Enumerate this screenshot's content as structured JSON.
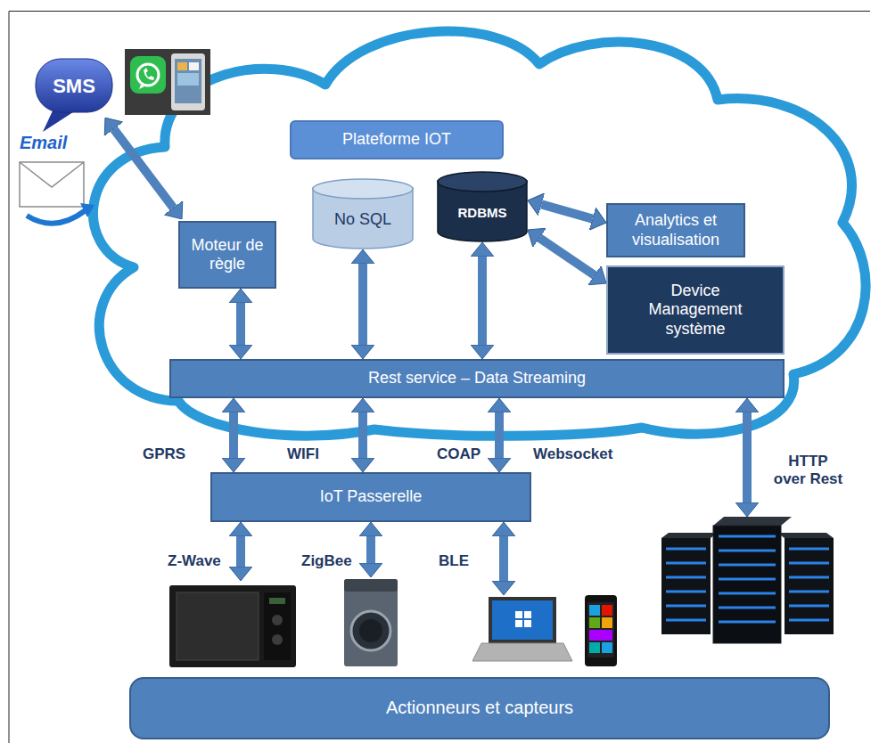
{
  "diagram": {
    "nodes": [
      {
        "text": [
          "Plateforme IOT"
        ]
      },
      {
        "text": [
          "Moteur de règle"
        ]
      },
      {
        "text": [
          "No SQL"
        ]
      },
      {
        "text": [
          "RDBMS"
        ]
      },
      {
        "text": [
          "Analytics et visualisation"
        ]
      },
      {
        "text": [
          "Device Management système"
        ]
      },
      {
        "text": [
          "Rest service – Data Streaming"
        ]
      },
      {
        "text": [
          "IoT Passerelle"
        ]
      },
      {
        "text": [
          "Actionneurs et capteurs"
        ]
      }
    ],
    "edges": [
      {
        "from": 1,
        "to": 6,
        "arrow": "both"
      },
      {
        "from": 2,
        "to": 6,
        "arrow": "both"
      },
      {
        "from": 3,
        "to": 6,
        "arrow": "both"
      },
      {
        "from": 3,
        "to": 4,
        "arrow": "both"
      },
      {
        "from": 3,
        "to": 5,
        "arrow": "both"
      },
      {
        "from": 6,
        "to": 7,
        "arrow": "both"
      },
      {
        "from": 6,
        "to": 7,
        "arrow": "both"
      },
      {
        "from": 6,
        "to": 7,
        "arrow": "both"
      }
    ],
    "labels": [
      "SMS",
      "Email",
      "GPRS",
      "WIFI",
      "COAP",
      "Websocket",
      "HTTP over Rest",
      "Z-Wave",
      "ZigBee",
      "BLE"
    ]
  }
}
